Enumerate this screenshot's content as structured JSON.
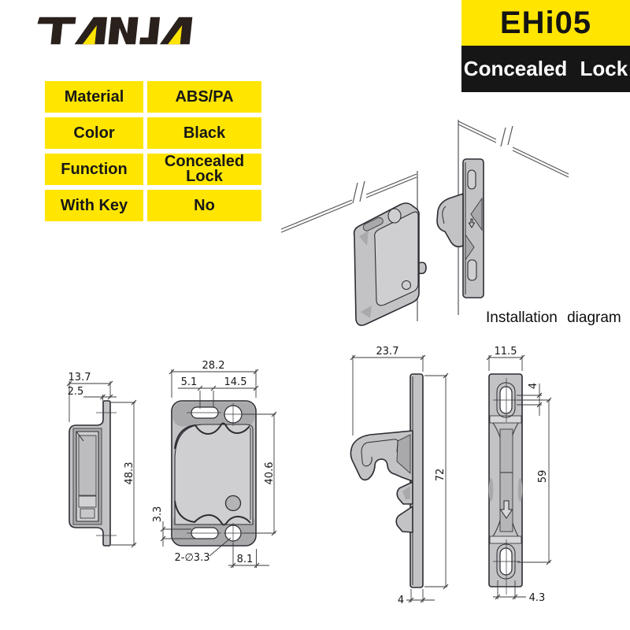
{
  "brand": {
    "name": "TANJA"
  },
  "header": {
    "model": "EHi05",
    "product_type": "Concealed Lock"
  },
  "spec_table": {
    "rows": [
      {
        "label": "Material",
        "value": "ABS/PA"
      },
      {
        "label": "Color",
        "value": "Black"
      },
      {
        "label": "Function",
        "value": "Concealed Lock"
      },
      {
        "label": "With Key",
        "value": "No"
      }
    ]
  },
  "installation": {
    "caption": "Installation diagram"
  },
  "dimensions": {
    "latch_side": {
      "width": "13.7",
      "flange": "2.5",
      "height": "48.3"
    },
    "latch_front": {
      "width": "28.2",
      "slot_offset": "5.1",
      "hole_spacing": "14.5",
      "height": "40.6",
      "edge_gap": "3.3",
      "holes": "2-∅3.3",
      "hole_edge": "8.1"
    },
    "strike_side": {
      "depth": "23.7",
      "height": "72",
      "thickness": "4"
    },
    "strike_front": {
      "width": "11.5",
      "slot_length": "4",
      "hole_spacing": "59",
      "slot_width": "4.3"
    }
  },
  "colors": {
    "accent_yellow": "#ffe500",
    "badge_black": "#161616",
    "logo_brown": "#2a211c",
    "part_gray": "#c3c3c5",
    "outline_dark": "#2c2c33"
  }
}
